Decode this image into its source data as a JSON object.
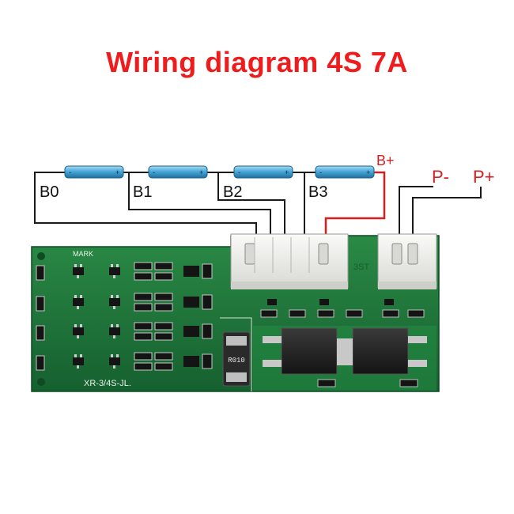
{
  "title": "Wiring diagram 4S 7A",
  "labels": {
    "b0": "B0",
    "b1": "B1",
    "b2": "B2",
    "b3": "B3",
    "b_plus": "B+",
    "p_minus": "P-",
    "p_plus": "P+"
  },
  "board": {
    "mark": "MARK",
    "model": "XR-3/4S-JL.",
    "connector_mark": "3ST",
    "inductor_code": "R010"
  },
  "cell_polarity": {
    "positive": "+",
    "negative": "-"
  },
  "colors": {
    "title": "#ee1c1c",
    "pcb": "#1e7a3a",
    "pcb_dark": "#145c2b",
    "cell": "#4aa8d8",
    "wire_black": "#1a1a1a",
    "wire_red": "#d81e1e",
    "connector": "#f0f0ee"
  }
}
